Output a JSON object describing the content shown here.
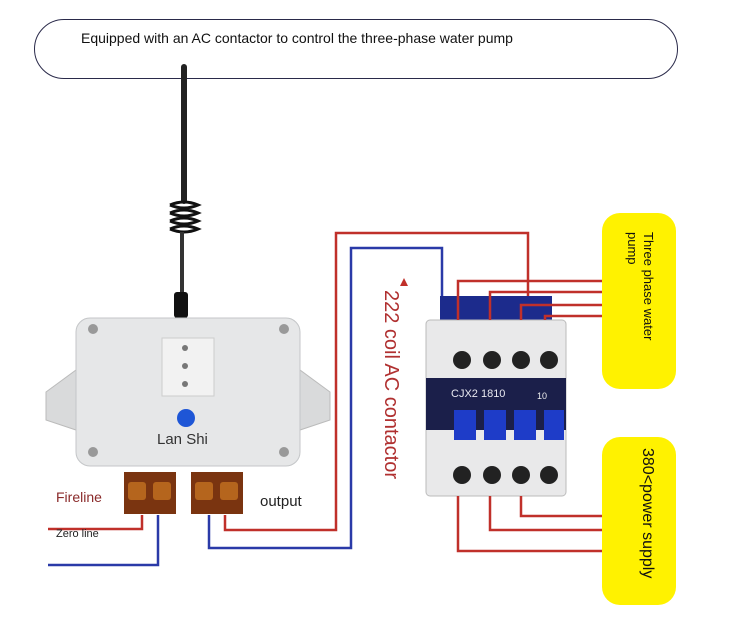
{
  "banner": {
    "text": "Equipped with an AC contactor to control the three-phase water pump"
  },
  "controller": {
    "brand": "Lan Shi"
  },
  "terminals": {
    "fireline": "Fireline",
    "zeroline": "Zero line",
    "output": "output"
  },
  "contactor": {
    "coil_label": "222 coil AC contactor",
    "model": "CJX2 1810",
    "rating": "10"
  },
  "pump_label": {
    "line1": "Three phase water",
    "line2": "pump"
  },
  "power_label": "380<power supply",
  "colors": {
    "red_wire": "#c0302a",
    "blue_wire": "#2a3aa8",
    "highlight": "#fff200"
  }
}
